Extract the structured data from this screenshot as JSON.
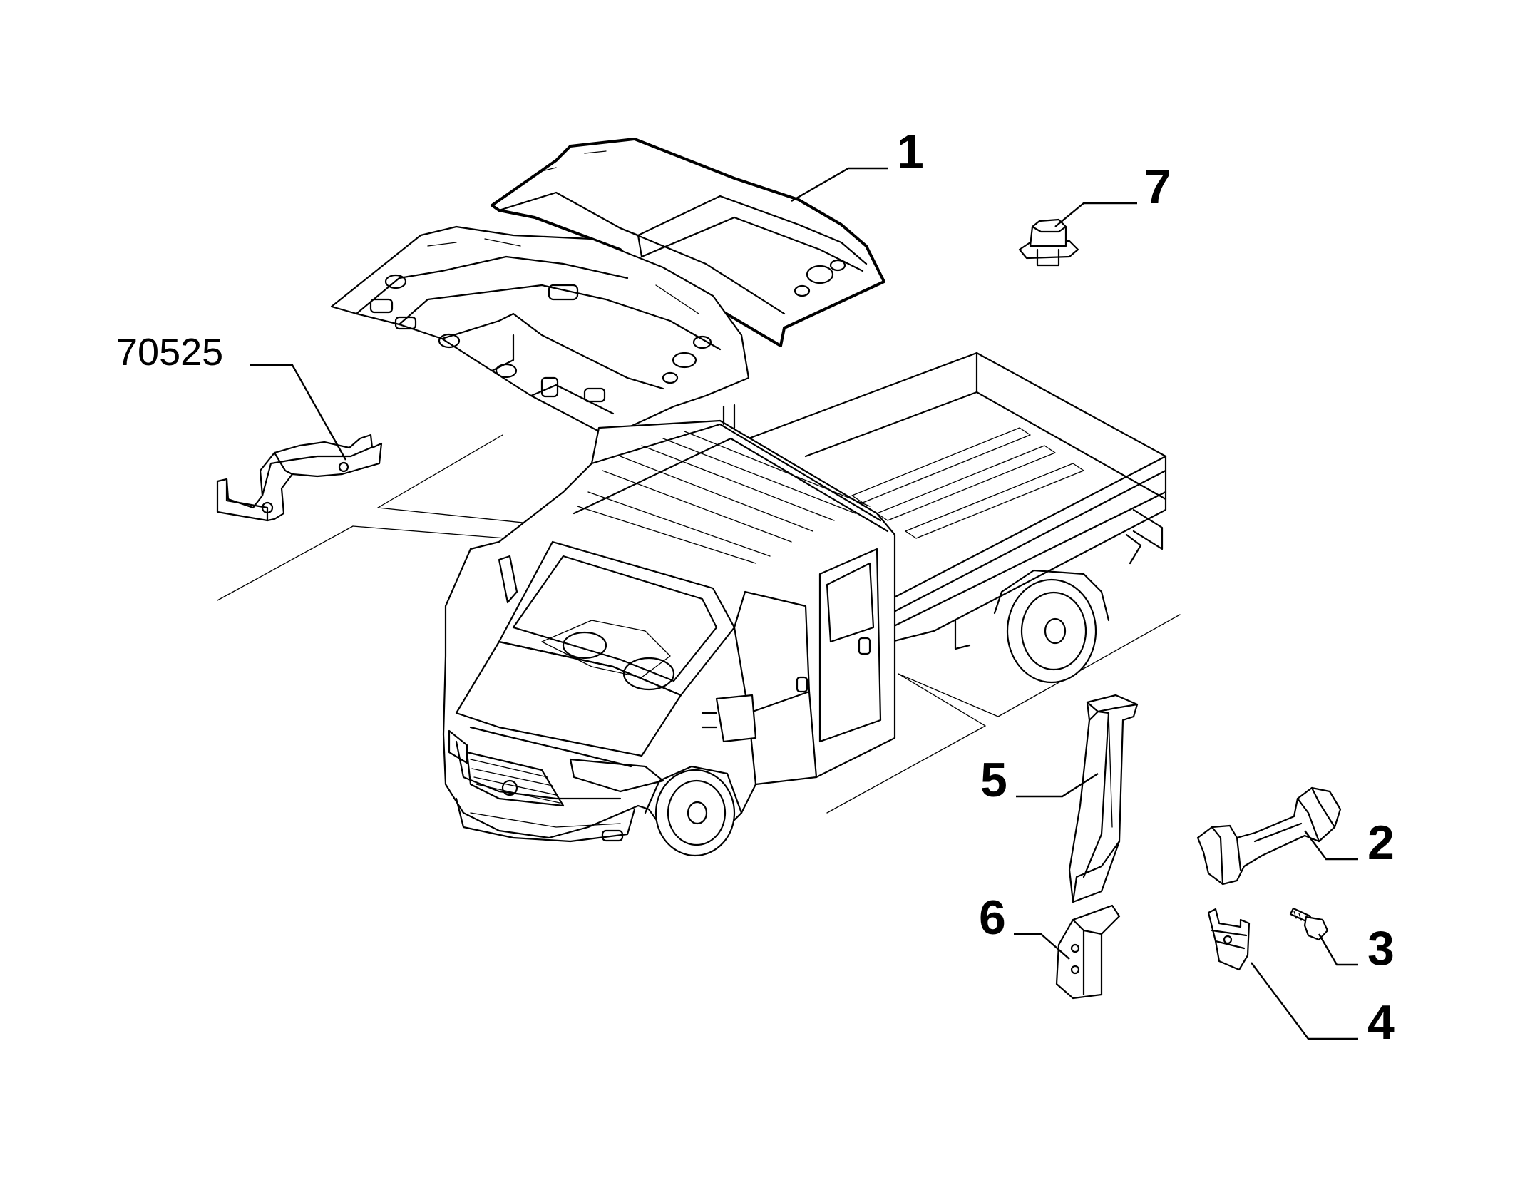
{
  "callouts": [
    {
      "id": "1",
      "text": "1"
    },
    {
      "id": "2",
      "text": "2"
    },
    {
      "id": "3",
      "text": "3"
    },
    {
      "id": "4",
      "text": "4"
    },
    {
      "id": "5",
      "text": "5"
    },
    {
      "id": "6",
      "text": "6"
    },
    {
      "id": "7",
      "text": "7"
    },
    {
      "id": "ref",
      "text": "70525"
    }
  ],
  "colors": {
    "line": "#000000",
    "background": "#ffffff"
  }
}
